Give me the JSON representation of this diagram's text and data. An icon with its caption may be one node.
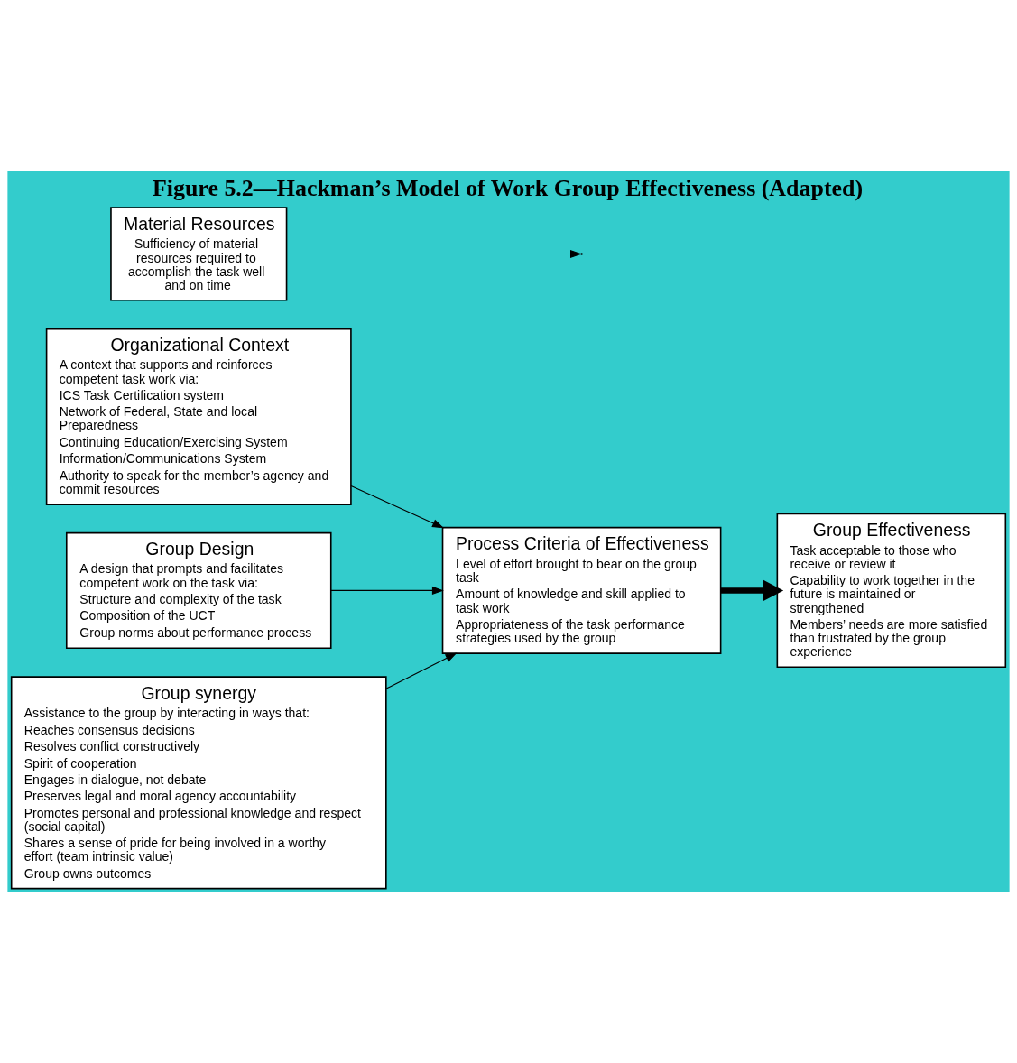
{
  "diagram": {
    "title": "Figure 5.2—Hackman’s Model of Work Group Effectiveness (Adapted)",
    "nodes": [
      {
        "text": [
          "Organizational Context",
          "A context that supports and reinforces competent task work via:",
          "ICS Task Certification system",
          "Network of Federal, State and local Preparedness",
          "Continuing Education/Exercising System",
          "Information/Communications System",
          "Authority to speak for the member’s agency and commit resources"
        ]
      },
      {
        "text": [
          "Group Design",
          "A design that prompts and facilitates competent work on the task via:",
          "Structure and complexity of the task",
          "Composition of the UCT",
          "Group norms about performance process"
        ]
      },
      {
        "text": [
          "Group synergy",
          "Assistance to the group by interacting in ways that:",
          "Reaches consensus decisions",
          "Resolves conflict constructively",
          "Spirit of cooperation",
          "Engages in dialogue, not debate",
          "Preserves legal and moral agency accountability",
          "Promotes personal and professional knowledge and respect (social capital)",
          "Shares a sense of pride for being involved in a worthy effort (team intrinsic value)",
          "Group owns outcomes"
        ]
      },
      {
        "text": [
          "Process Criteria of Effectiveness",
          "Level of effort brought to bear on the group task",
          "Amount of knowledge and skill applied to task work",
          "Appropriateness of the task performance strategies used by the group"
        ]
      },
      {
        "text": [
          "Material Resources",
          "Sufficiency of material resources required to accomplish the task well and on time"
        ]
      },
      {
        "text": [
          "Group Effectiveness",
          "Task acceptable to those who receive or review it",
          "Capability to work together in the future is maintained or strengthened",
          "Members’ needs are more satisfied than frustrated by the group experience"
        ]
      }
    ],
    "edges": [
      {
        "from": 0,
        "to": 3,
        "arrow": "to"
      },
      {
        "from": 1,
        "to": 3,
        "arrow": "to"
      },
      {
        "from": 2,
        "to": 3,
        "arrow": "to"
      },
      {
        "from": 3,
        "to": 5,
        "arrow": "to",
        "style": "thick"
      },
      {
        "from": 4,
        "to": null,
        "arrow": "to"
      }
    ]
  }
}
